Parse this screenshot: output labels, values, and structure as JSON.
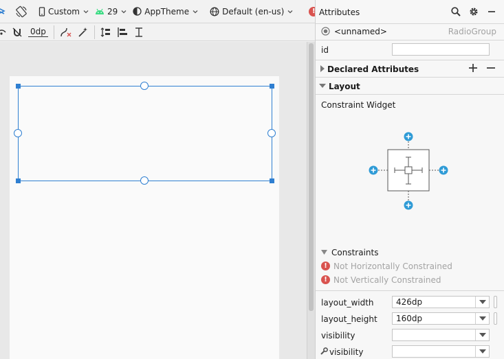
{
  "toolbar": {
    "device_label": "Custom",
    "api_level": "29",
    "theme_label": "AppTheme",
    "locale_label": "Default (en-us)",
    "default_margin": "0dp"
  },
  "attributes_panel": {
    "title": "Attributes",
    "component_id": "<unnamed>",
    "component_type": "RadioGroup",
    "id_label": "id",
    "id_value": "",
    "declared_attributes_label": "Declared Attributes",
    "layout_section_label": "Layout",
    "constraint_widget_label": "Constraint Widget",
    "constraints_label": "Constraints",
    "constraint_errors": [
      "Not Horizontally Constrained",
      "Not Vertically Constrained"
    ],
    "fields": {
      "layout_width": {
        "label": "layout_width",
        "value": "426dp"
      },
      "layout_height": {
        "label": "layout_height",
        "value": "160dp"
      },
      "visibility": {
        "label": "visibility",
        "value": ""
      },
      "tools_visibility": {
        "label": "visibility",
        "value": ""
      }
    }
  },
  "colors": {
    "selection_blue": "#2f7fd1",
    "error_red": "#d9534f",
    "constraint_add_blue": "#2f9bd6",
    "android_green": "#3ddc84"
  }
}
